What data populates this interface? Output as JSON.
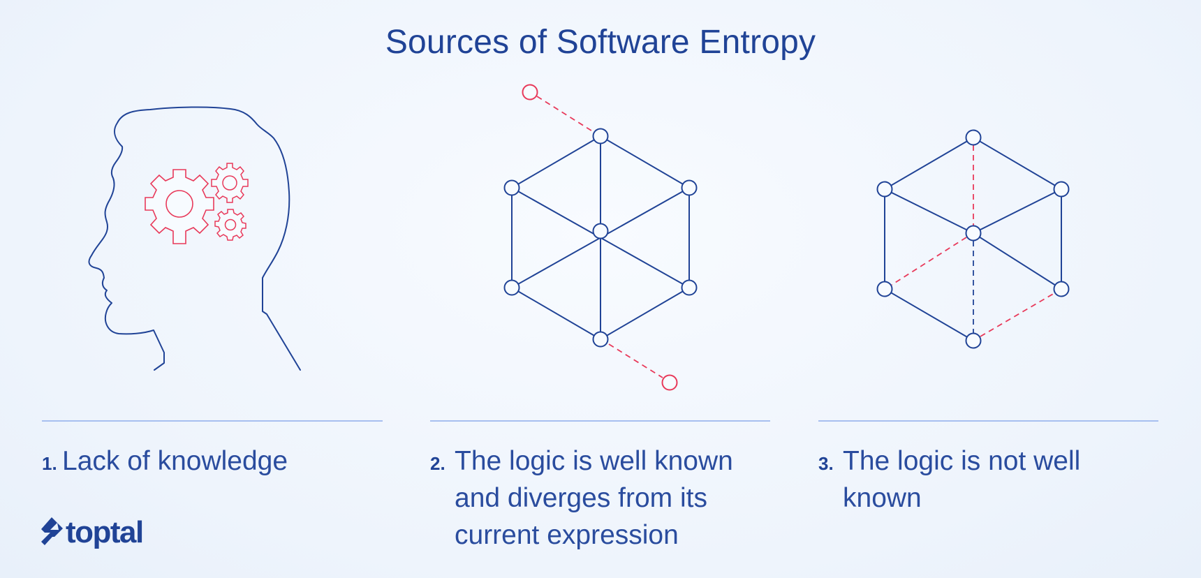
{
  "title": "Sources of Software Entropy",
  "colors": {
    "primary": "#204396",
    "accent": "#e8395a",
    "divider": "#a7bff0",
    "background": "#f2f7fd"
  },
  "panels": [
    {
      "number": "1.",
      "caption": "Lack of knowledge",
      "illustration": "head-with-gears-icon"
    },
    {
      "number": "2.",
      "caption_lines": [
        "The logic is well known",
        "and diverges from its",
        "current expression"
      ],
      "illustration": "hexagon-graph-diverging-icon"
    },
    {
      "number": "3.",
      "caption_lines": [
        "The logic is not well",
        "known"
      ],
      "illustration": "hexagon-graph-incomplete-icon"
    }
  ],
  "logo": {
    "text": "toptal",
    "icon": "toptal-logo-icon"
  }
}
